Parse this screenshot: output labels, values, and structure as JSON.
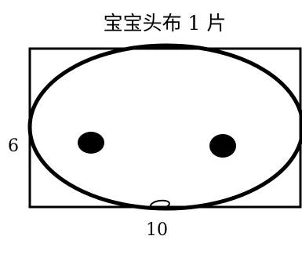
{
  "title": "宝宝头布 1 片",
  "labels": {
    "height": "6",
    "width": "10"
  },
  "colors": {
    "ink": "#000000",
    "paper": "#ffffff"
  }
}
